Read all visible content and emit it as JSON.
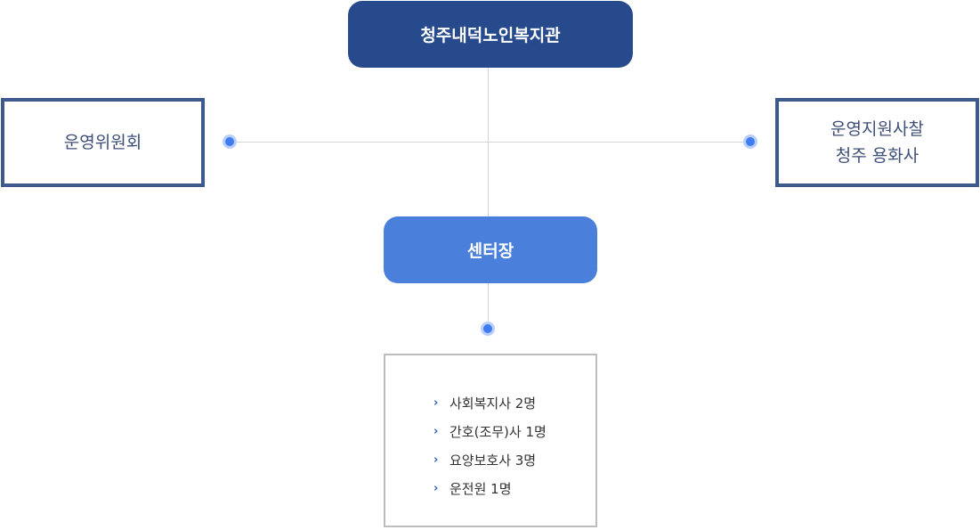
{
  "root": {
    "label": "청주내덕노인복지관"
  },
  "committee": {
    "label": "운영위원회"
  },
  "support": {
    "line1": "운영지원사찰",
    "line2": "청주 용화사"
  },
  "director": {
    "label": "센터장"
  },
  "staff": {
    "items": [
      {
        "label": "사회복지사 2명"
      },
      {
        "label": "간호(조무)사 1명"
      },
      {
        "label": "요양보호사 3명"
      },
      {
        "label": "운전원 1명"
      }
    ]
  },
  "colors": {
    "root": "#264a8c",
    "director": "#4a7fdc",
    "border": "#3d5a8f",
    "dot": "#3f7cf0",
    "connector": "#d4d4d4"
  },
  "icons": {
    "bullet": "chevron-right-icon",
    "node": "dot"
  }
}
